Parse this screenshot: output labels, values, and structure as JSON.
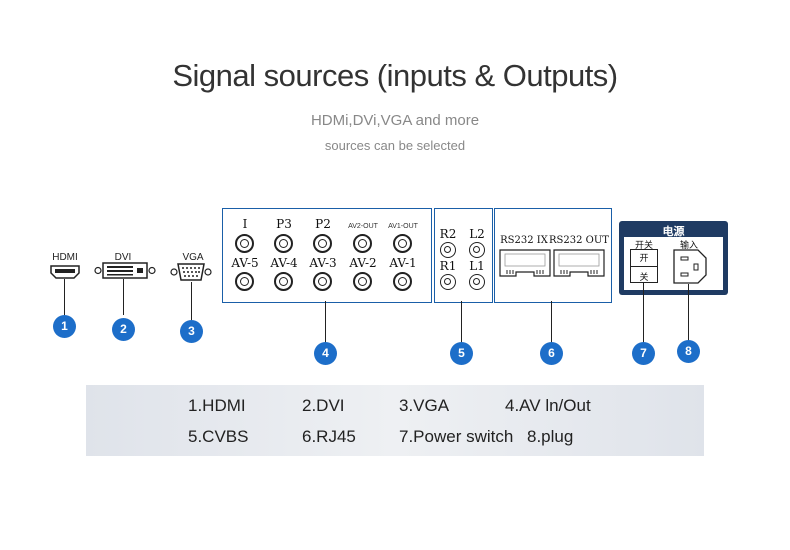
{
  "header": {
    "title": "Signal sources (inputs & Outputs)",
    "subtitle_line1": "HDMi,DVi,VGA and more",
    "subtitle_line2": "sources can be selected"
  },
  "ports": {
    "hdmi_label": "HDMI",
    "dvi_label": "DVI",
    "vga_label": "VGA",
    "av_top": [
      "I",
      "P3",
      "P2",
      "AV2-OUT",
      "AV1-OUT"
    ],
    "av_bottom": [
      "AV-5",
      "AV-4",
      "AV-3",
      "AV-2",
      "AV-1"
    ],
    "audio": [
      "R2",
      "L2",
      "R1",
      "L1"
    ],
    "rs232_in": "RS232 IX",
    "rs232_out": "RS232 OUT",
    "power_header": "电源",
    "switch_label": "开关",
    "switch_on": "开",
    "switch_off": "关",
    "input_label": "输入"
  },
  "badges": [
    "1",
    "2",
    "3",
    "4",
    "5",
    "6",
    "7",
    "8"
  ],
  "legend": {
    "row1": [
      "1.HDMI",
      "2.DVI",
      "3.VGA",
      "4.AV ln/Out"
    ],
    "row2": [
      "5.CVBS",
      "6.RJ45",
      "7.Power switch",
      "8.plug"
    ]
  },
  "colors": {
    "accent": "#1d6ec9",
    "panel_border": "#1a5fa8",
    "power_header": "#1f3b63"
  }
}
